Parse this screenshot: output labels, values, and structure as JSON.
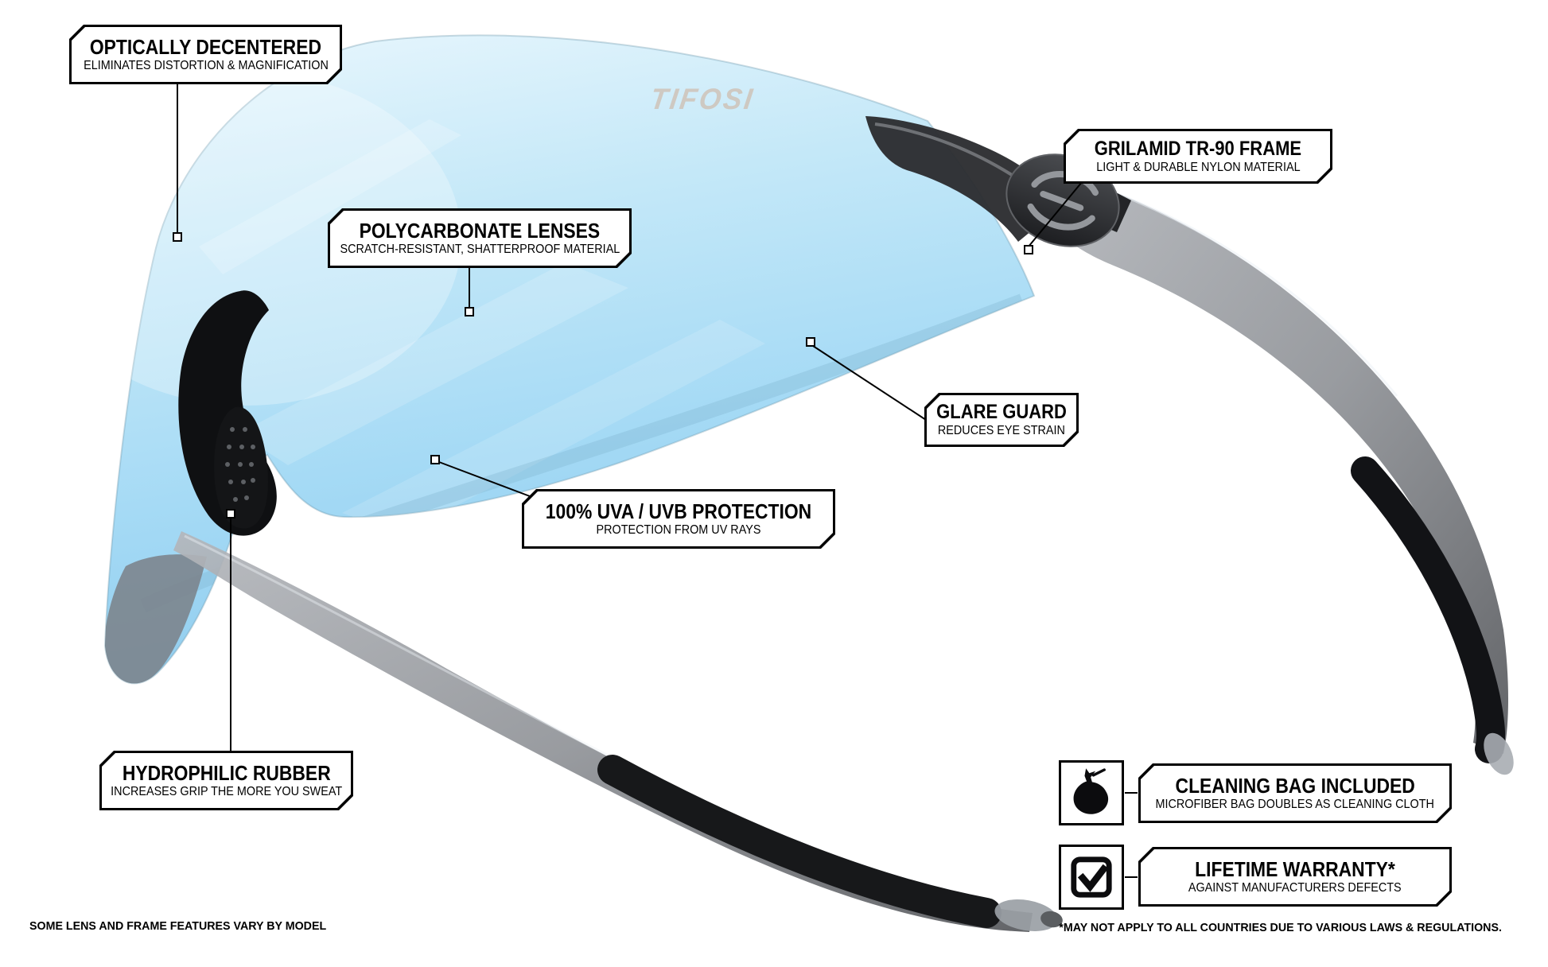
{
  "brand": {
    "lens_wordmark": "TIFOSI"
  },
  "callouts": {
    "optically_decentered": {
      "title": "OPTICALLY DECENTERED",
      "subtitle": "ELIMINATES DISTORTION & MAGNIFICATION"
    },
    "polycarbonate_lenses": {
      "title": "POLYCARBONATE LENSES",
      "subtitle": "SCRATCH-RESISTANT, SHATTERPROOF MATERIAL"
    },
    "grilamid_frame": {
      "title": "GRILAMID TR-90 FRAME",
      "subtitle": "LIGHT & DURABLE NYLON MATERIAL"
    },
    "glare_guard": {
      "title": "GLARE GUARD",
      "subtitle": "REDUCES EYE STRAIN"
    },
    "uv_protection": {
      "title": "100% UVA / UVB PROTECTION",
      "subtitle": "PROTECTION FROM UV RAYS"
    },
    "hydrophilic_rubber": {
      "title": "HYDROPHILIC RUBBER",
      "subtitle": "INCREASES GRIP THE MORE YOU SWEAT"
    },
    "cleaning_bag": {
      "title": "CLEANING BAG INCLUDED",
      "subtitle": "MICROFIBER BAG DOUBLES AS CLEANING CLOTH",
      "icon": "drawstring-bag-icon"
    },
    "lifetime_warranty": {
      "title": "LIFETIME WARRANTY*",
      "subtitle": "AGAINST MANUFACTURERS DEFECTS",
      "icon": "warranty-check-icon"
    }
  },
  "footnotes": {
    "left": "SOME LENS AND FRAME FEATURES VARY BY MODEL",
    "right": "*MAY NOT APPLY TO ALL COUNTRIES DUE TO VARIOUS LAWS & REGULATIONS."
  },
  "colors": {
    "background": "#ffffff",
    "callout_border": "#000000",
    "lens_blue": "#a5daf5",
    "frame_smoke": "#8b8e93",
    "rubber_black": "#17181a"
  }
}
